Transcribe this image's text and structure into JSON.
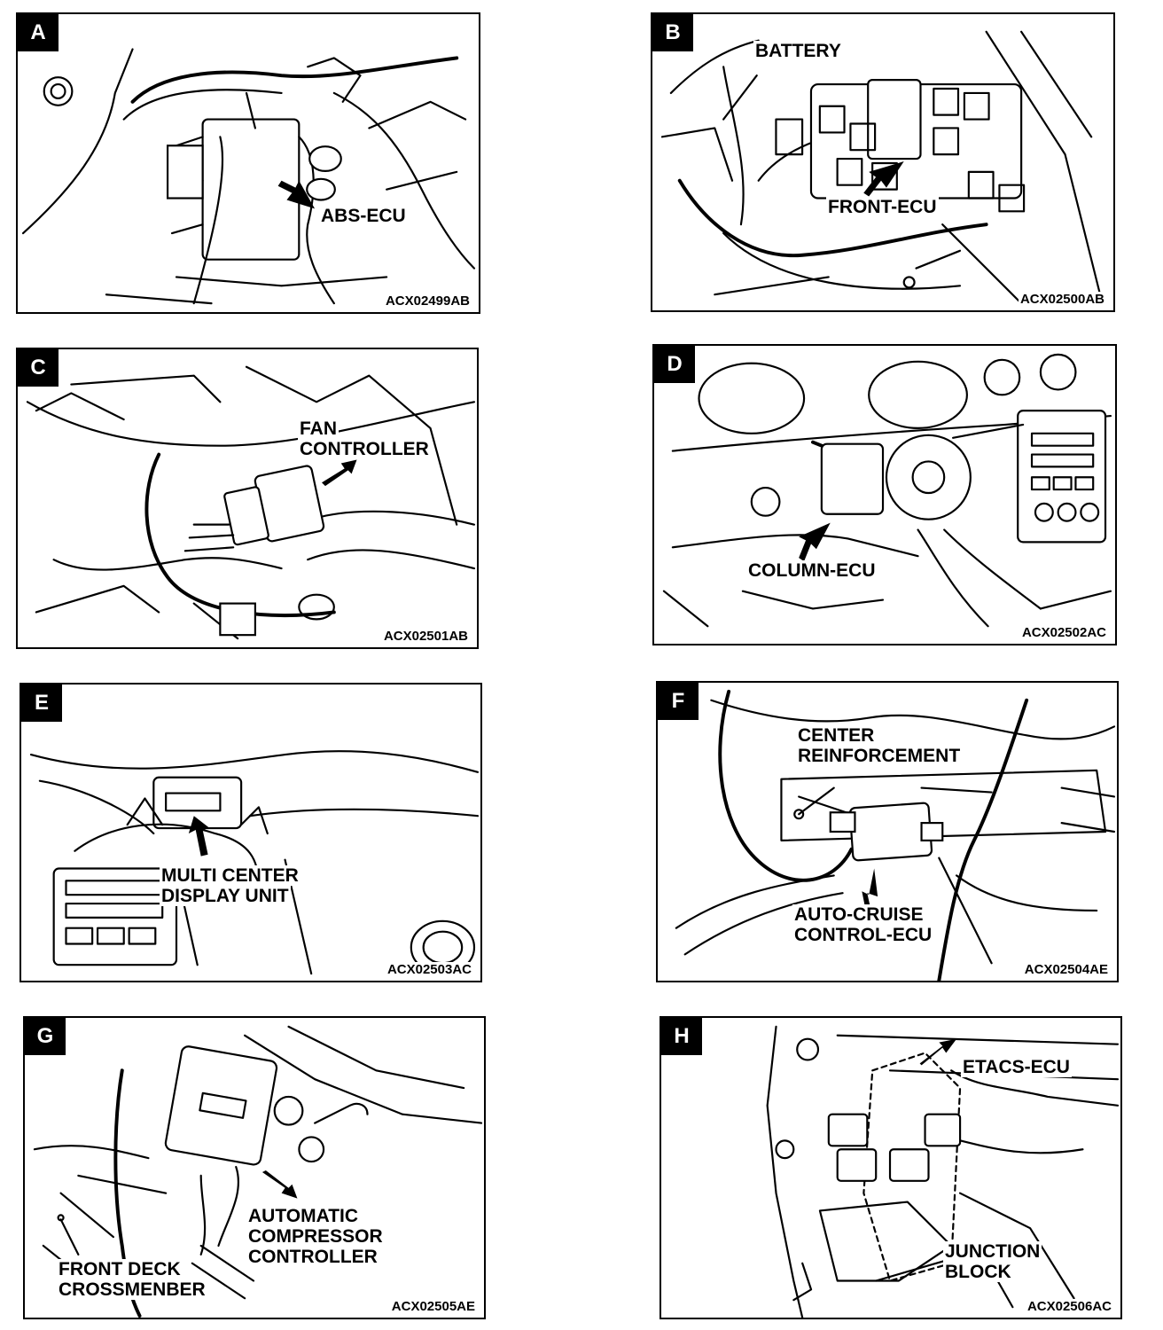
{
  "panels": [
    {
      "letter": "A",
      "code": "ACX02499AB",
      "labels": [
        "ABS-ECU"
      ]
    },
    {
      "letter": "B",
      "code": "ACX02500AB",
      "labels": [
        "BATTERY",
        "FRONT-ECU"
      ]
    },
    {
      "letter": "C",
      "code": "ACX02501AB",
      "labels": [
        "FAN",
        "CONTROLLER"
      ]
    },
    {
      "letter": "D",
      "code": "ACX02502AC",
      "labels": [
        "COLUMN-ECU"
      ]
    },
    {
      "letter": "E",
      "code": "ACX02503AC",
      "labels": [
        "MULTI CENTER",
        "DISPLAY UNIT"
      ]
    },
    {
      "letter": "F",
      "code": "ACX02504AE",
      "labels": [
        "CENTER",
        "REINFORCEMENT",
        "AUTO-CRUISE",
        "CONTROL-ECU"
      ]
    },
    {
      "letter": "G",
      "code": "ACX02505AE",
      "labels": [
        "AUTOMATIC",
        "COMPRESSOR",
        "CONTROLLER",
        "FRONT DECK",
        "CROSSMENBER"
      ]
    },
    {
      "letter": "H",
      "code": "ACX02506AC",
      "labels": [
        "ETACS-ECU",
        "JUNCTION",
        "BLOCK"
      ]
    }
  ]
}
